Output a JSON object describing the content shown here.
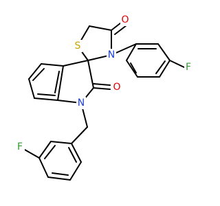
{
  "molecule": {
    "atoms": {
      "S": {
        "label": "S",
        "color": "#c8a400"
      },
      "N_thiazolidine": {
        "label": "N",
        "color": "#1f3fd6"
      },
      "N_indoline": {
        "label": "N",
        "color": "#1f3fd6"
      },
      "O_thiazolidinone": {
        "label": "O",
        "color": "#e00000"
      },
      "O_indolinone": {
        "label": "O",
        "color": "#e00000"
      },
      "F_para": {
        "label": "F",
        "color": "#2f9a2f"
      },
      "F_meta": {
        "label": "F",
        "color": "#2f9a2f"
      }
    }
  }
}
